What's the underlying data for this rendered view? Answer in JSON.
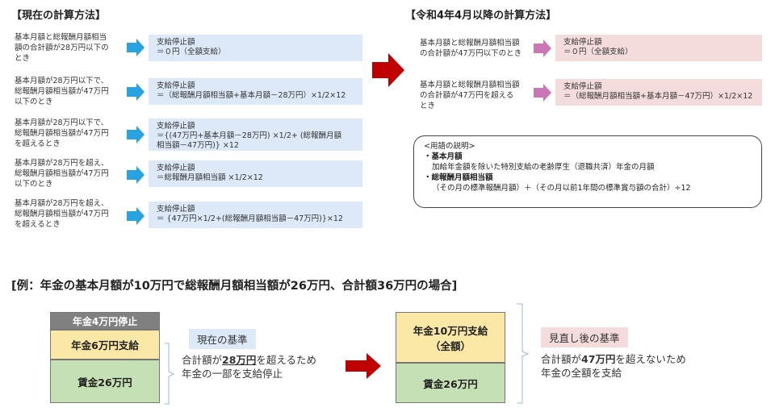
{
  "left_title": "【現在の計算方法】",
  "right_title": "【令和4年4月以降の計算方法】",
  "current_rows": [
    {
      "cond": [
        "基本月額と総報酬月額相当",
        "額の合計額が28万円以下の",
        "とき"
      ],
      "label": "支給停止額",
      "value": [
        "＝０円（全額支給）"
      ]
    },
    {
      "cond": [
        "基本月額が28万円以下で、",
        "総報酬月額相当額が47万円",
        "以下のとき"
      ],
      "label": "支給停止額",
      "value": [
        "＝（総報酬月額相当額+基本月額－28万円）×1/2×12"
      ]
    },
    {
      "cond": [
        "基本月額が28万円以下で、",
        "総報酬月額相当額が47万円",
        "を超えるとき"
      ],
      "label": "支給停止額",
      "value": [
        "＝{(47万円+基本月額－28万円) ×1/2+ (総報酬月額",
        "相当額－47万円)} ×12"
      ]
    },
    {
      "cond": [
        "基本月額が28万円を超え、",
        "総報酬月額相当額が47万円",
        "以下のとき"
      ],
      "label": "支給停止額",
      "value": [
        "＝総報酬月額相当額 ×1/2×12"
      ]
    },
    {
      "cond": [
        "基本月額が28万円を超え、",
        "総報酬月額相当額が47万円",
        "を超えるとき"
      ],
      "label": "支給停止額",
      "value": [
        "＝ {47万円×1/2+(総報酬月額相当額－47万円)}×12"
      ]
    }
  ],
  "new_rows": [
    {
      "cond": [
        "基本月額と総報酬月額相当額",
        "の合計額が47万円以下のとき"
      ],
      "label": "支給停止額",
      "value": [
        "＝０円（全額支給）"
      ]
    },
    {
      "cond": [
        "基本月額と総報酬月額相当額",
        "の合計額が47万円を超える",
        "とき"
      ],
      "label": "支給停止額",
      "value": [
        "＝（総報酬月額相当額+基本月額－47万円）×1/2×12"
      ]
    }
  ],
  "glossary": {
    "heading": "<用語の説明>",
    "term1": "・基本月額",
    "def1": "加給年金額を除いた特別支給の老齢厚生（退職共済）年金の月額",
    "term2": "・総報酬月額相当額",
    "def2": "（その月の標準報酬月額）＋（その月以前1年間の標準賞与額の合計）÷12"
  },
  "example_title": "[例：年金の基本月額が10万円で総報酬月額相当額が26万円、合計額36万円の場合]",
  "before": {
    "stop": "年金4万円停止",
    "pension": "年金6万円支給",
    "wage": "賃金26万円",
    "tag": "現在の基準",
    "line1_pre": "合計額が",
    "line1_em": "28万円",
    "line1_post": "を超えるため",
    "line2": "年金の一部を支給停止"
  },
  "after": {
    "pension_1": "年金10万円支給",
    "pension_2": "（全額）",
    "wage": "賃金26万円",
    "tag": "見直し後の基準",
    "line1_pre": "合計額が",
    "line1_em": "47万円",
    "line1_post": "を超えないため",
    "line2": "年金の全額を支給"
  },
  "colors": {
    "blue_box": "#dde9f8",
    "pink_box": "#f5dcdc",
    "blue_arrow": "#29a3e0",
    "pink_arrow": "#c978b5",
    "red_arrow": "#c00000"
  }
}
